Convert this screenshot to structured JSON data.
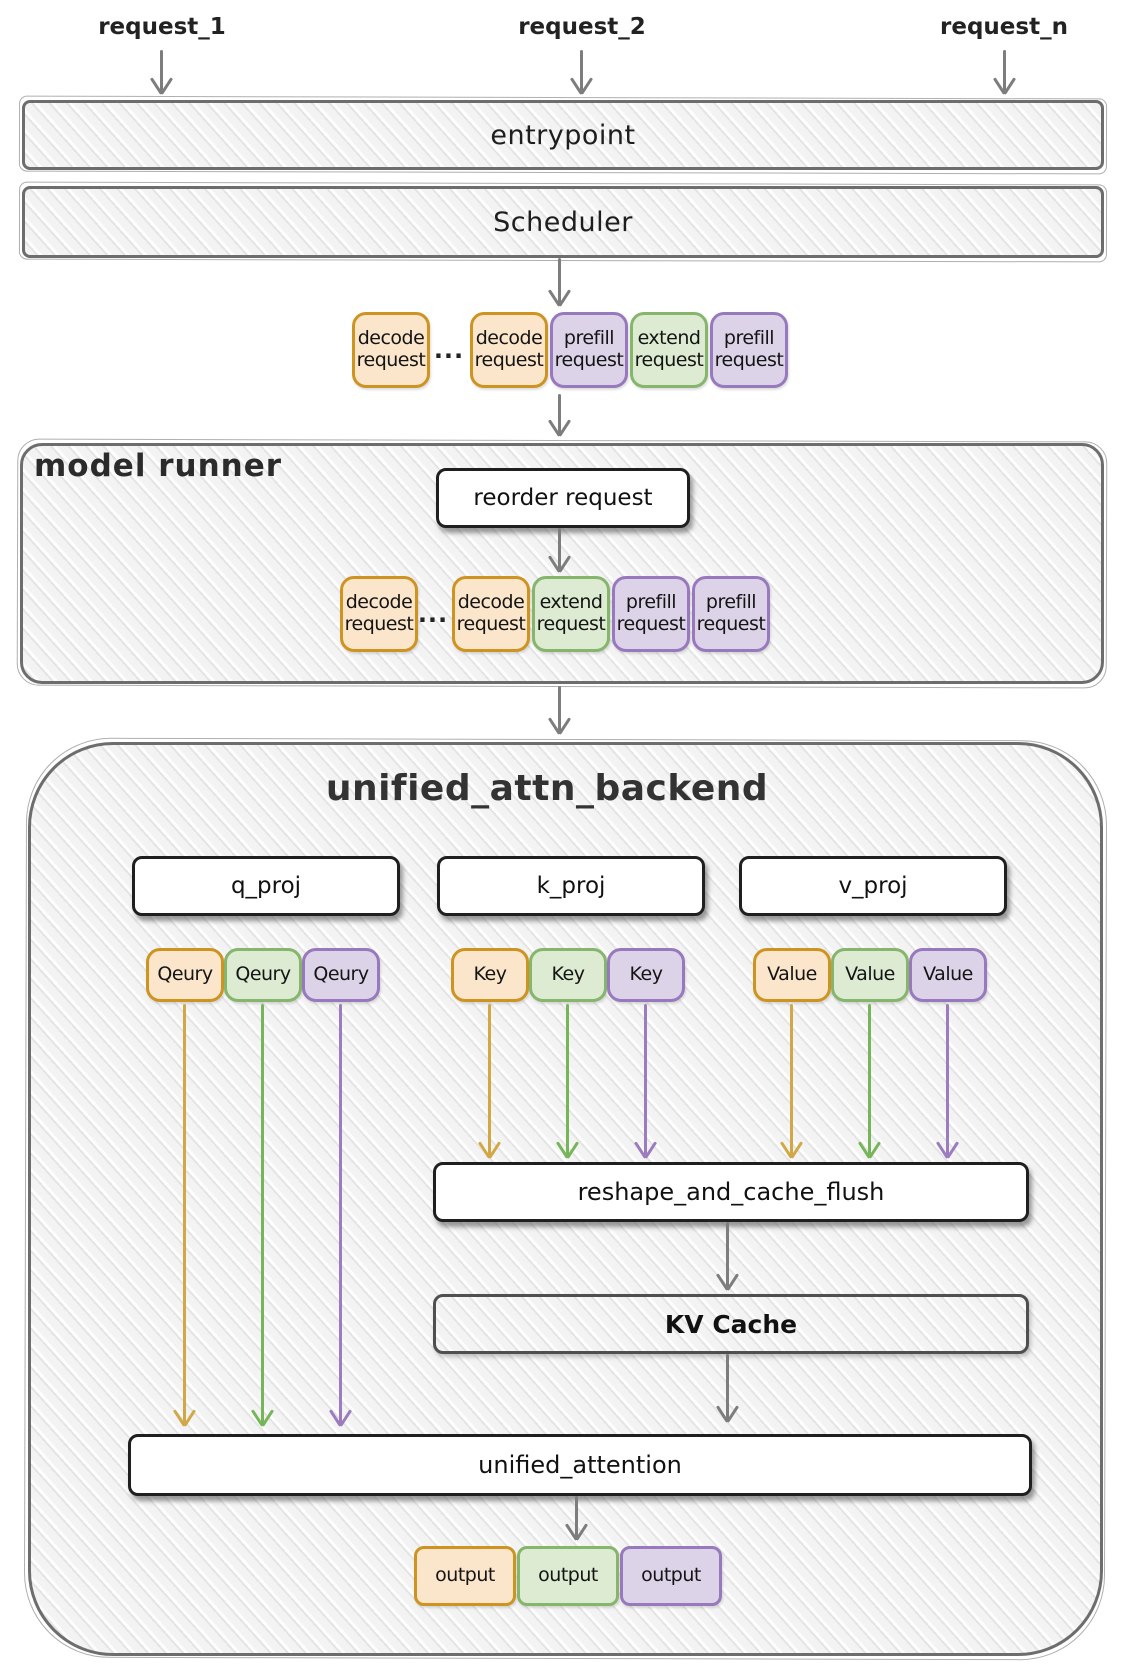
{
  "requests": [
    {
      "label": "request_1"
    },
    {
      "label": "request_2"
    },
    {
      "label": "request_n"
    }
  ],
  "entrypoint_label": "entrypoint",
  "scheduler_label": "Scheduler",
  "ellipsis": "...",
  "scheduler_queue": [
    {
      "line1": "decode",
      "line2": "request",
      "color": "orange"
    },
    {
      "line1": "decode",
      "line2": "request",
      "color": "orange"
    },
    {
      "line1": "prefill",
      "line2": "request",
      "color": "purple"
    },
    {
      "line1": "extend",
      "line2": "request",
      "color": "green"
    },
    {
      "line1": "prefill",
      "line2": "request",
      "color": "purple"
    }
  ],
  "model_runner": {
    "title": "model runner",
    "reorder_label": "reorder request",
    "queue": [
      {
        "line1": "decode",
        "line2": "request",
        "color": "orange"
      },
      {
        "line1": "decode",
        "line2": "request",
        "color": "orange"
      },
      {
        "line1": "extend",
        "line2": "request",
        "color": "green"
      },
      {
        "line1": "prefill",
        "line2": "request",
        "color": "purple"
      },
      {
        "line1": "prefill",
        "line2": "request",
        "color": "purple"
      }
    ]
  },
  "backend": {
    "title": "unified_attn_backend",
    "proj": [
      {
        "label": "q_proj"
      },
      {
        "label": "k_proj"
      },
      {
        "label": "v_proj"
      }
    ],
    "query_chips": [
      {
        "label": "Qeury",
        "color": "orange"
      },
      {
        "label": "Qeury",
        "color": "green"
      },
      {
        "label": "Qeury",
        "color": "purple"
      }
    ],
    "key_chips": [
      {
        "label": "Key",
        "color": "orange"
      },
      {
        "label": "Key",
        "color": "green"
      },
      {
        "label": "Key",
        "color": "purple"
      }
    ],
    "value_chips": [
      {
        "label": "Value",
        "color": "orange"
      },
      {
        "label": "Value",
        "color": "green"
      },
      {
        "label": "Value",
        "color": "purple"
      }
    ],
    "reshape_label": "reshape_and_cache_flush",
    "kv_cache_label": "KV Cache",
    "attention_label": "unified_attention",
    "outputs": [
      {
        "label": "output",
        "color": "orange"
      },
      {
        "label": "output",
        "color": "green"
      },
      {
        "label": "output",
        "color": "purple"
      }
    ]
  },
  "colors": {
    "orange_fill": "#FBE6CB",
    "orange_border": "#CE9422",
    "green_fill": "#DCEBD2",
    "green_border": "#86B56C",
    "purple_fill": "#DCD3E8",
    "purple_border": "#9879BE",
    "arrow_gray": "#7d7d7d",
    "arrow_orange": "#D2A847",
    "arrow_green": "#77B55A",
    "arrow_purple": "#9C7BBF",
    "container_fill": "#f3f3f3",
    "container_border": "#6d6d6d"
  }
}
